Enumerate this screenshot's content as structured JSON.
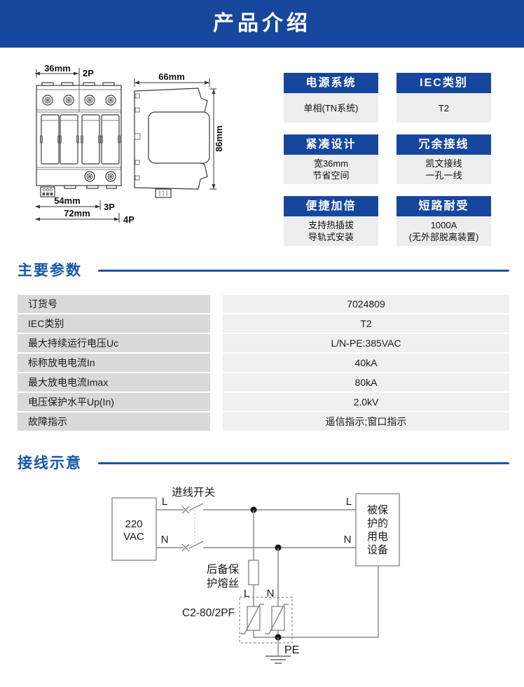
{
  "banner": {
    "title": "产品介绍"
  },
  "colors": {
    "banner_blue": "#17479d",
    "section_blue": "#1756a8",
    "feature_body_bg": "#ededed",
    "table_label_bg": "#d9d9d9",
    "table_value_bg": "#f0f0f0"
  },
  "drawing": {
    "front": {
      "dim_2p": "36mm",
      "tag_2p": "2P",
      "dim_3p": "54mm",
      "tag_3p": "3P",
      "dim_4p": "72mm",
      "tag_4p": "4P"
    },
    "side": {
      "dim_width": "66mm",
      "dim_height": "86mm"
    }
  },
  "features": [
    {
      "title": "电源系统",
      "lines": [
        "单相(TN系统)"
      ]
    },
    {
      "title": "IEC类别",
      "lines": [
        "T2"
      ]
    },
    {
      "title": "紧凑设计",
      "lines": [
        "宽36mm",
        "节省空间"
      ]
    },
    {
      "title": "冗余接线",
      "lines": [
        "凯文接线",
        "一孔一线"
      ]
    },
    {
      "title": "便捷加倍",
      "lines": [
        "支持热插拔",
        "导轨式安装"
      ]
    },
    {
      "title": "短路耐受",
      "lines": [
        "1000A",
        "(无外部脱离装置)"
      ]
    }
  ],
  "params": {
    "title": "主要参数",
    "rows": [
      {
        "label": "订货号",
        "value": "7024809"
      },
      {
        "label": "IEC类别",
        "value": "T2"
      },
      {
        "label": "最大持续运行电压Uc",
        "value": "L/N-PE:385VAC"
      },
      {
        "label": "标称放电电流In",
        "value": "40kA"
      },
      {
        "label": "最大放电电流Imax",
        "value": "80kA"
      },
      {
        "label": "电压保护水平Up(In)",
        "value": "2.0kV"
      },
      {
        "label": "故障指示",
        "value": "遥信指示;窗口指示"
      }
    ]
  },
  "wiring": {
    "title": "接线示意",
    "source_line1": "220",
    "source_line2": "VAC",
    "switch_label": "进线开关",
    "l_left": "L",
    "n_left": "N",
    "l_right": "L",
    "n_right": "N",
    "fuse_label_line1": "后备保",
    "fuse_label_line2": "护熔丝",
    "l_spd": "L",
    "n_spd": "N",
    "model_label": "C2-80/2PF",
    "pe_label": "PE",
    "load_line1": "被保",
    "load_line2": "护的",
    "load_line3": "用电",
    "load_line4": "设备"
  }
}
